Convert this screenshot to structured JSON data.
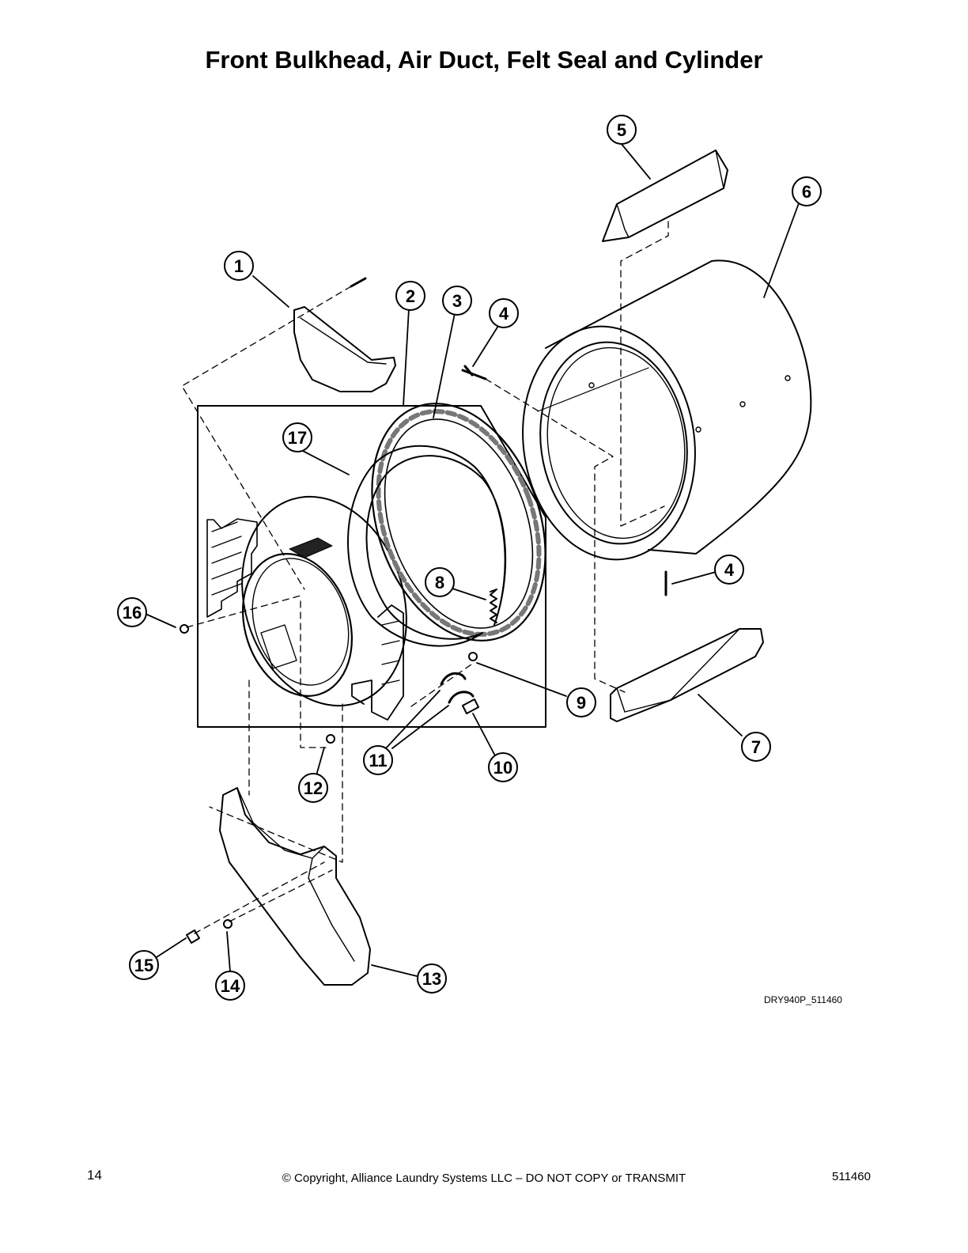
{
  "title": "Front Bulkhead, Air Duct, Felt Seal and Cylinder",
  "callouts": [
    "1",
    "2",
    "3",
    "4",
    "4",
    "5",
    "6",
    "7",
    "8",
    "9",
    "10",
    "11",
    "12",
    "13",
    "14",
    "15",
    "16",
    "17"
  ],
  "figure_code": "DRY940P_511460",
  "footer": {
    "page_number": "14",
    "copyright": "© Copyright, Alliance Laundry Systems LLC – DO NOT COPY or TRANSMIT",
    "doc_number": "511460"
  }
}
